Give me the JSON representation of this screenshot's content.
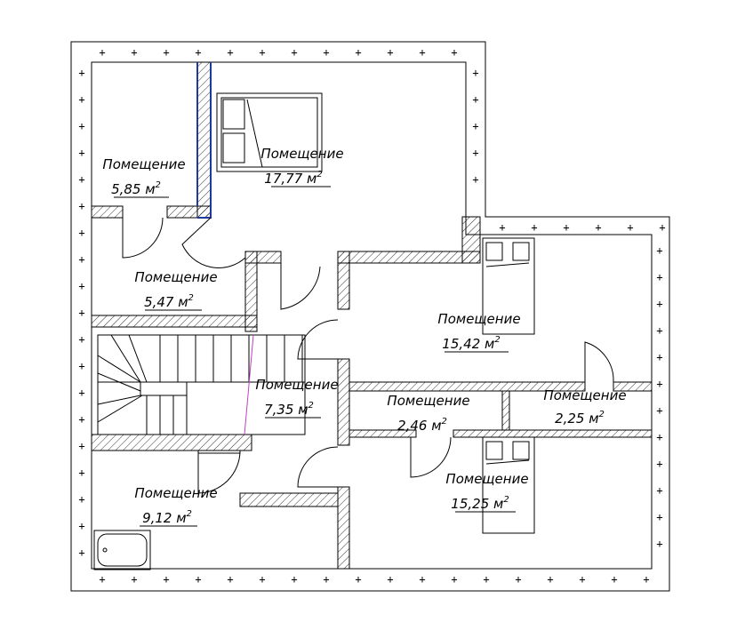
{
  "rooms": [
    {
      "id": "r1",
      "name": "Помещение",
      "area": "5,85 м",
      "sup": "2"
    },
    {
      "id": "r2",
      "name": "Помещение",
      "area": "17,77 м",
      "sup": "2"
    },
    {
      "id": "r3",
      "name": "Помещение",
      "area": "5,47 м",
      "sup": "2"
    },
    {
      "id": "r4",
      "name": "Помещение",
      "area": "15,42 м",
      "sup": "2"
    },
    {
      "id": "r5",
      "name": "Помещение",
      "area": "7,35 м",
      "sup": "2"
    },
    {
      "id": "r6",
      "name": "Помещение",
      "area": "2,46 м",
      "sup": "2"
    },
    {
      "id": "r7",
      "name": "Помещение",
      "area": "2,25 м",
      "sup": "2"
    },
    {
      "id": "r8",
      "name": "Помещение",
      "area": "15,25 м",
      "sup": "2"
    },
    {
      "id": "r9",
      "name": "Помещение",
      "area": "9,12 м",
      "sup": "2"
    }
  ],
  "colors": {
    "accent_wall": "#1f3a9c",
    "stair_line": "#c040c0",
    "ink": "#000000"
  }
}
